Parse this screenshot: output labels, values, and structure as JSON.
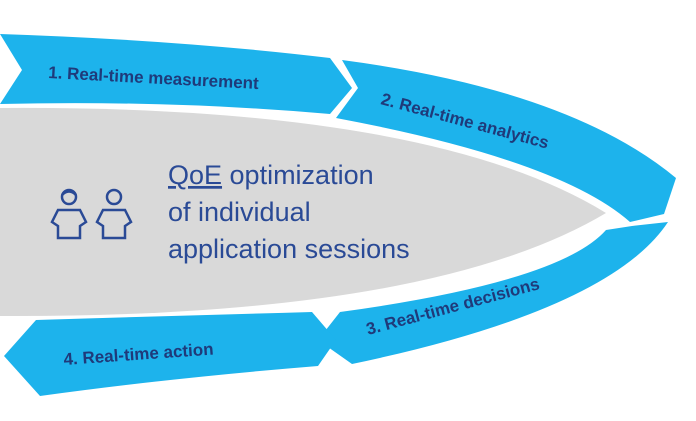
{
  "steps": [
    {
      "label": "1. Real-time measurement"
    },
    {
      "label": "2. Real-time analytics"
    },
    {
      "label": "3. Real-time decisions"
    },
    {
      "label": "4. Real-time action"
    }
  ],
  "center": {
    "line1_prefix": "QoE",
    "line1_rest": " optimization",
    "line2": "of individual",
    "line3": "application sessions"
  },
  "colors": {
    "band": "#1db3ec",
    "center": "#d9d9d9",
    "text": "#1f3a7a"
  },
  "icons": [
    "user-female-icon",
    "user-male-icon"
  ]
}
